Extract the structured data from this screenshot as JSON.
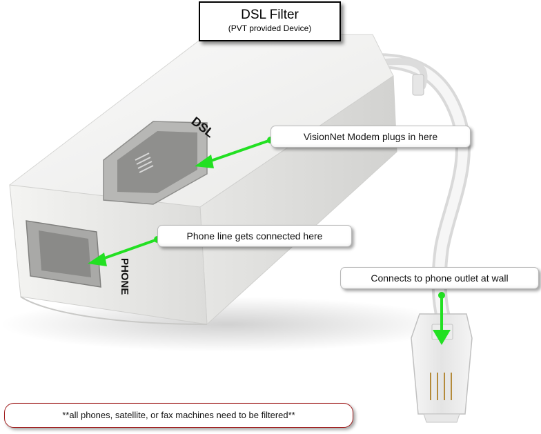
{
  "title": {
    "main": "DSL Filter",
    "sub": "(PVT provided Device)"
  },
  "device_labels": {
    "dsl_port": "DSL",
    "phone_port": "PHONE"
  },
  "callouts": {
    "modem": "VisionNet Modem plugs in here",
    "phone": "Phone line gets connected here",
    "wall": "Connects to phone outlet at wall"
  },
  "note": "**all phones, satellite, or fax machines need to be filtered**",
  "colors": {
    "arrow": "#22e022",
    "note_border": "#a01c1c",
    "device": "#f1f1ef"
  }
}
